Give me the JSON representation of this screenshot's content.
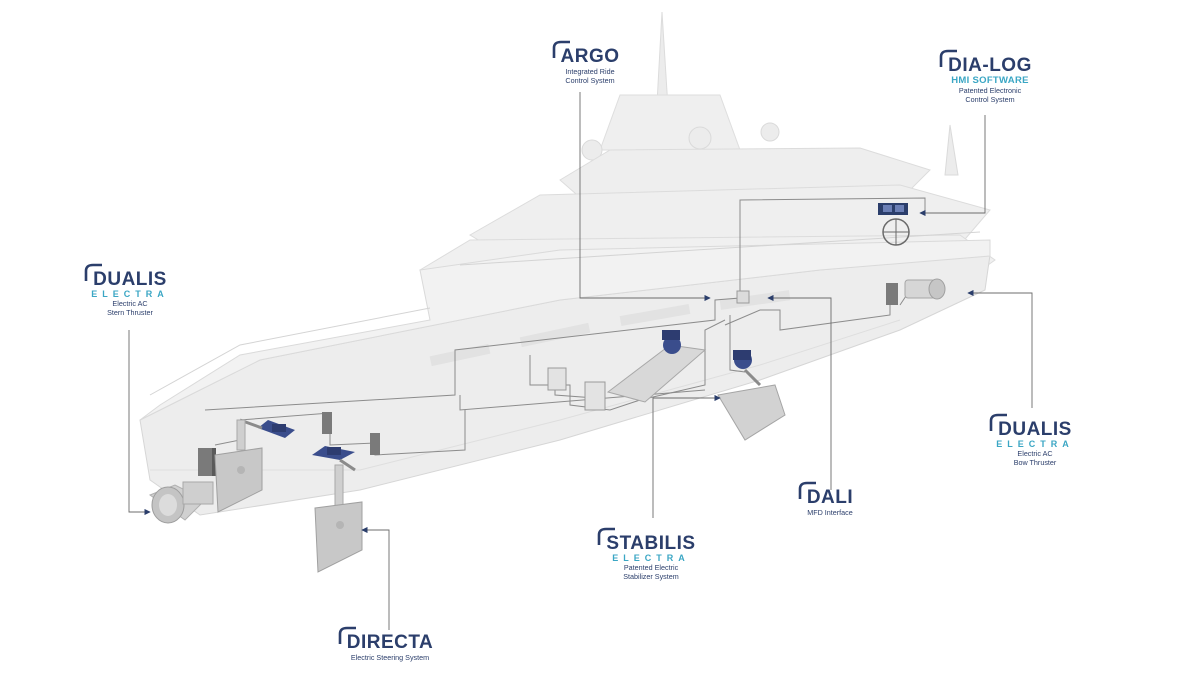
{
  "callouts": [
    {
      "id": "argo",
      "brand": "ARGO",
      "sub": "",
      "desc": [
        "Integrated Ride",
        "Control System"
      ]
    },
    {
      "id": "dialog",
      "brand": "DIA-LOG",
      "sub": "HMI SOFTWARE",
      "desc": [
        "Patented Electronic",
        "Control System"
      ]
    },
    {
      "id": "dualis-stern",
      "brand": "DUALIS",
      "sub": "ELECTRA",
      "desc": [
        "Electric AC",
        "Stern Thruster"
      ]
    },
    {
      "id": "dualis-bow",
      "brand": "DUALIS",
      "sub": "ELECTRA",
      "desc": [
        "Electric AC",
        "Bow Thruster"
      ]
    },
    {
      "id": "dali",
      "brand": "DALI",
      "sub": "",
      "desc": [
        "MFD Interface"
      ]
    },
    {
      "id": "stabilis",
      "brand": "STABILIS",
      "sub": "ELECTRA",
      "desc": [
        "Patented Electric",
        "Stabilizer System"
      ]
    },
    {
      "id": "directa",
      "brand": "DIRECTA",
      "sub": "",
      "desc": [
        "Electric Steering System"
      ]
    }
  ],
  "colors": {
    "brand": "#2b3e6b",
    "accent": "#3aa6c4",
    "hull": "#ededed",
    "equipment": "#3a4d8c"
  }
}
